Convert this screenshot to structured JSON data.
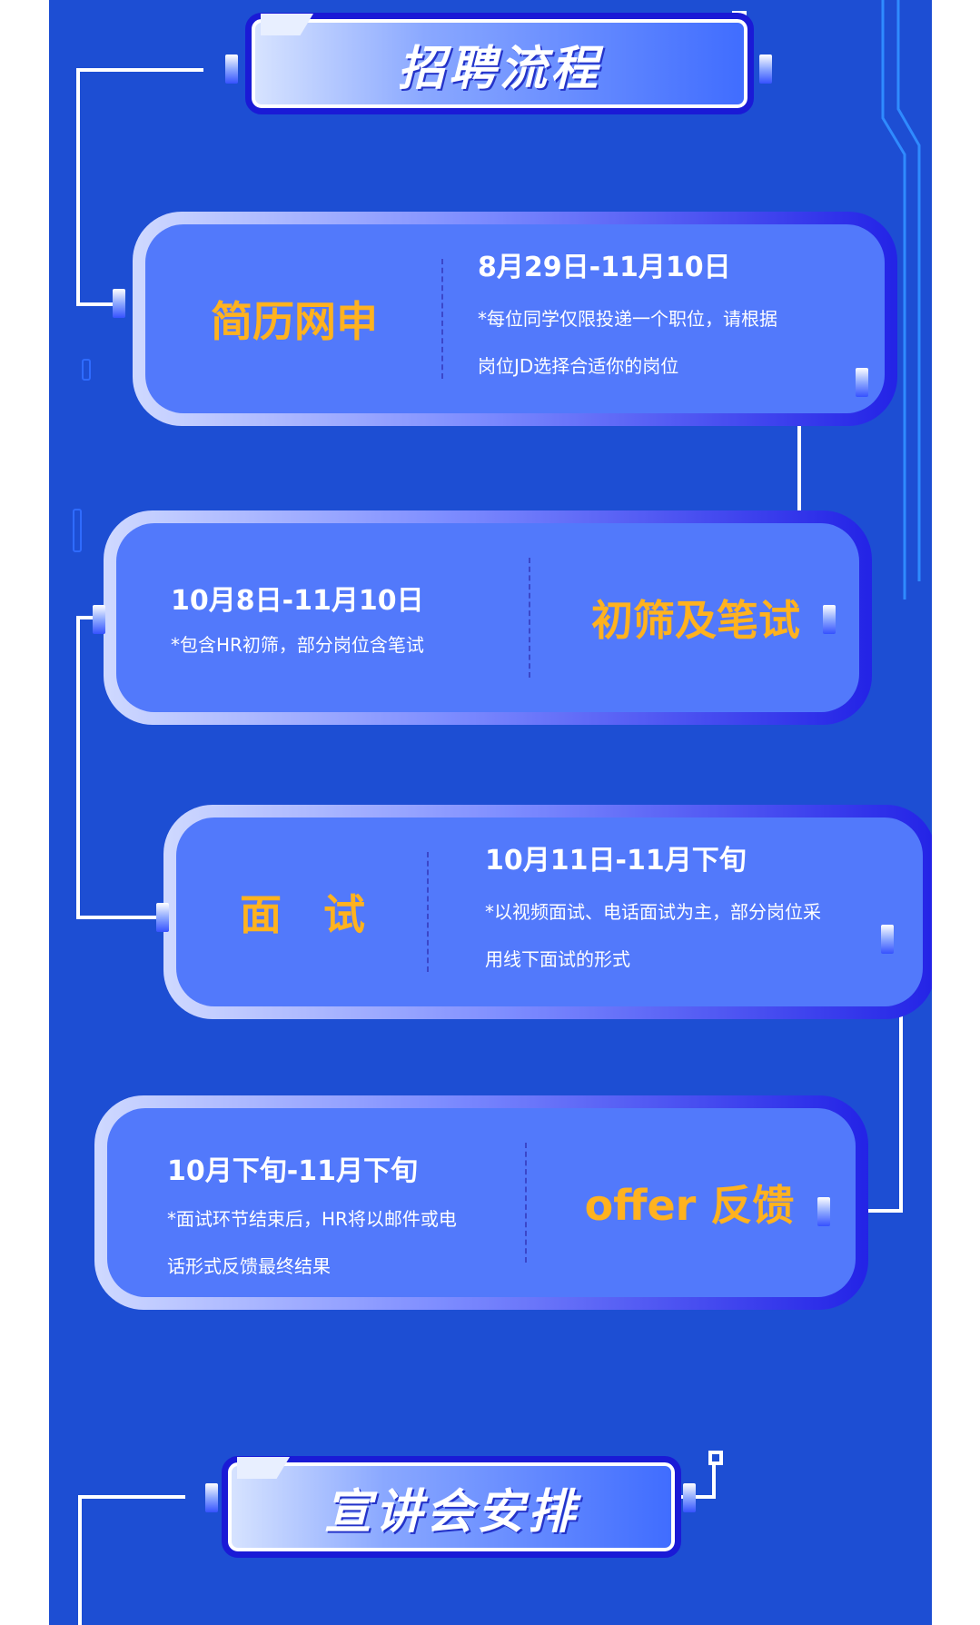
{
  "section1": {
    "title": "招聘流程"
  },
  "steps": [
    {
      "stage": "简历网申",
      "date": "8月29日-11月10日",
      "note": "*每位同学仅限投递一个职位，请根据岗位JD选择合适你的岗位"
    },
    {
      "stage": "初筛及笔试",
      "date": "10月8日-11月10日",
      "note": "*包含HR初筛，部分岗位含笔试"
    },
    {
      "stage": "面　试",
      "date": "10月11日-11月下旬",
      "note": "*以视频面试、电话面试为主，部分岗位采用线下面试的形式"
    },
    {
      "stage": "offer 反馈",
      "date": "10月下旬-11月下旬",
      "note": "*面试环节结束后，HR将以邮件或电话形式反馈最终结果"
    }
  ],
  "section2": {
    "title": "宣讲会安排"
  },
  "colors": {
    "background": "#1d4ed3",
    "card_fill": "#5279fb",
    "stage_text": "#ffb21f",
    "text": "#ffffff",
    "connector": "#ffffff"
  }
}
